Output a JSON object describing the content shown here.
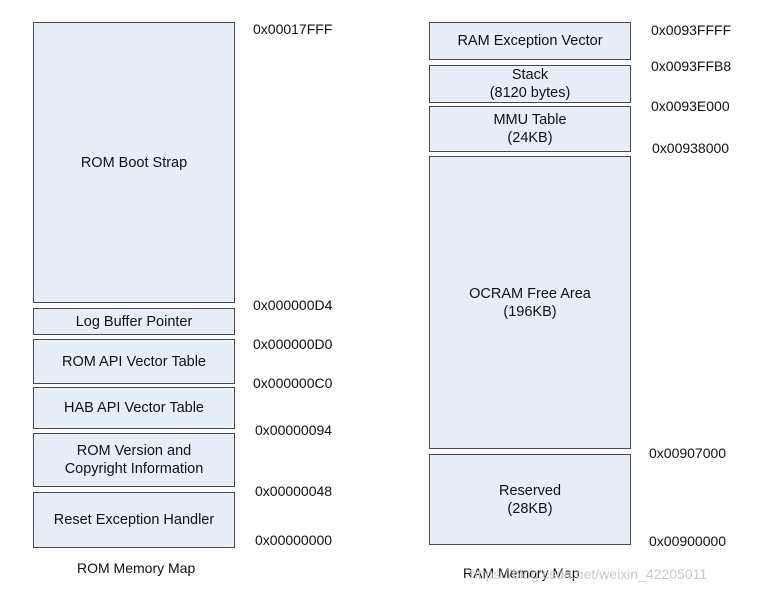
{
  "rom": {
    "caption": "ROM Memory Map",
    "blocks": [
      {
        "line1": "ROM Boot Strap",
        "line2": ""
      },
      {
        "line1": "Log Buffer Pointer",
        "line2": ""
      },
      {
        "line1": "ROM API Vector Table",
        "line2": ""
      },
      {
        "line1": "HAB API Vector Table",
        "line2": ""
      },
      {
        "line1": "ROM Version and",
        "line2": "Copyright Information"
      },
      {
        "line1": "Reset Exception Handler",
        "line2": ""
      }
    ],
    "addresses": [
      "0x00017FFF",
      "0x000000D4",
      "0x000000D0",
      "0x000000C0",
      "0x00000094",
      "0x00000048",
      "0x00000000"
    ]
  },
  "ram": {
    "caption": "RAM Memory Map",
    "blocks": [
      {
        "line1": "RAM Exception Vector",
        "line2": ""
      },
      {
        "line1": "Stack",
        "line2": "(8120 bytes)"
      },
      {
        "line1": "MMU Table",
        "line2": "(24KB)"
      },
      {
        "line1": "OCRAM Free Area",
        "line2": "(196KB)"
      },
      {
        "line1": "Reserved",
        "line2": "(28KB)"
      }
    ],
    "addresses": [
      "0x0093FFFF",
      "0x0093FFB8",
      "0x0093E000",
      "0x00938000",
      "0x00907000",
      "0x00900000"
    ]
  },
  "watermark": "https://blog.csdn.net/weixin_42205011",
  "colors": {
    "block_fill": "#e8eef7",
    "border": "#4a4a4a",
    "text": "#111111"
  }
}
